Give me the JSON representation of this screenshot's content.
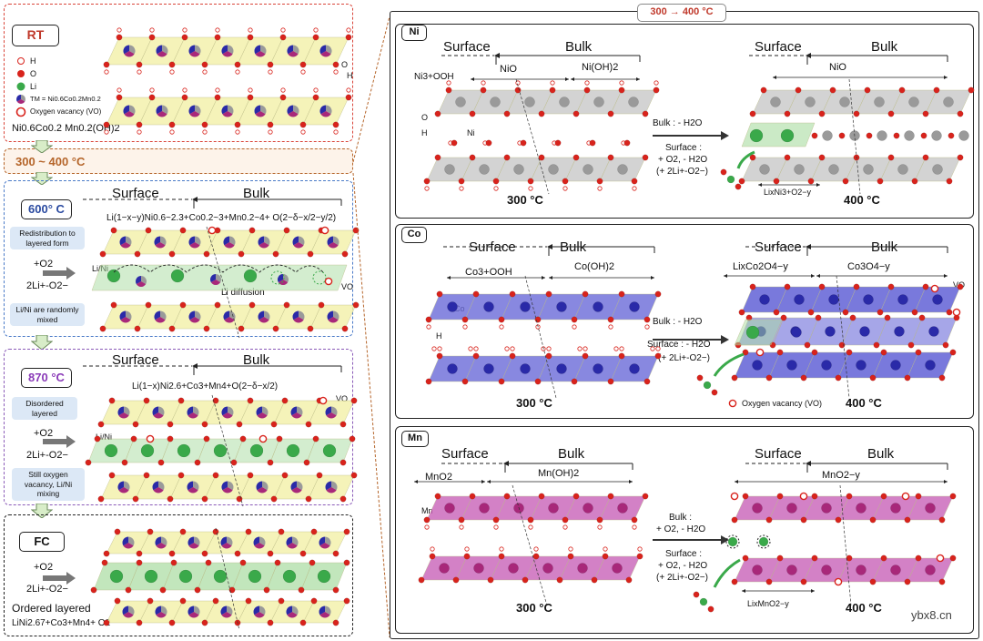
{
  "colors": {
    "oxygen": "#d8231c",
    "hydrogen": "#ffffff",
    "lithium": "#3aa94a",
    "tm_ni": "#9a9a9a",
    "tm_co": "#2a2aa8",
    "tm_mn": "#a8287a",
    "layer_yellow": "#f2f0a8",
    "layer_green": "#a8dca0",
    "ni_layer": "#c8c8c8",
    "co_layer": "#6a6ad8",
    "mn_layer": "#c862b8",
    "frame_red": "#d9453a",
    "frame_orange": "#b5652a",
    "frame_blue": "#4a7ac8",
    "frame_purple": "#8a5ab8",
    "frame_black": "#222222",
    "temp_red": "#c0392b"
  },
  "left": {
    "rt": {
      "tag": "RT",
      "legend": [
        {
          "symbol": "H",
          "icon": "hydrogen-atom"
        },
        {
          "symbol": "O",
          "icon": "oxygen-atom"
        },
        {
          "symbol": "Li",
          "icon": "lithium-atom"
        },
        {
          "symbol": "TM = Ni0.6Co0.2Mn0.2",
          "icon": "transition-metal-atom"
        },
        {
          "symbol": "Oxygen vacancy (VO)",
          "icon": "vacancy-circle"
        }
      ],
      "formula": "Ni0.6Co0.2 Mn0.2(OH)2",
      "o_label": "O",
      "h_label": "H"
    },
    "step_300_400": "300 ~ 400 °C",
    "s600": {
      "tag": "600° C",
      "surface": "Surface",
      "bulk": "Bulk",
      "formula": "Li(1−x−y)Ni0.6~2.3+Co0.2~3+Mn0.2~4+ O(2−δ−x/2−y/2)",
      "note1": "Redistribution to layered form",
      "o2": "+O2",
      "li": "2Li+-O2−",
      "li_ni": "Li/Ni",
      "li_diffusion": "Li diffusion",
      "vo": "VO",
      "note2": "Li/Ni are randomly mixed"
    },
    "s870": {
      "tag": "870 °C",
      "surface": "Surface",
      "bulk": "Bulk",
      "formula": "Li(1−x)Ni2.6+Co3+Mn4+O(2−δ−x/2)",
      "note1": "Disordered layered",
      "o2": "+O2",
      "li": "2Li+-O2−",
      "li_ni": "Li/Ni",
      "vo": "VO",
      "note2": "Still oxygen vacancy, Li/Ni mixing"
    },
    "fc": {
      "tag": "FC",
      "o2": "+O2",
      "li": "2Li+-O2−",
      "title": "Ordered layered",
      "formula": "LiNi2.67+Co3+Mn4+ O2"
    }
  },
  "right": {
    "header": "300 → 400 °C",
    "ni": {
      "tag": "Ni",
      "surface_l": "Surface",
      "bulk_l": "Bulk",
      "surface_r": "Surface",
      "bulk_r": "Bulk",
      "phase1": "NiO",
      "phase2": "Ni(OH)2",
      "phase_surface": "Ni3+OOH",
      "phase_r": "NiO",
      "o": "O",
      "h": "H",
      "ni": "Ni",
      "bulk_rx": "Bulk : - H2O",
      "surface_rx": "Surface :",
      "surface_rx2": "+ O2, - H2O",
      "surface_rx3": "(+ 2Li+-O2−)",
      "t_left": "300 °C",
      "t_right": "400 °C",
      "bottom_label": "LixNi3+O2−y"
    },
    "co": {
      "tag": "Co",
      "surface_l": "Surface",
      "bulk_l": "Bulk",
      "surface_r": "Surface",
      "bulk_r": "Bulk",
      "phase_surface": "Co3+OOH",
      "phase2": "Co(OH)2",
      "phase_r1": "LixCo2O4−y",
      "phase_r2": "Co3O4−y",
      "co": "Co",
      "h": "H",
      "vo": "VO",
      "bulk_rx": "Bulk : - H2O",
      "surface_rx": "Surface : - H2O",
      "surface_rx3": "(+ 2Li+-O2−)",
      "t_left": "300 °C",
      "t_right": "400 °C",
      "vacancy_legend": "Oxygen vacancy (VO)"
    },
    "mn": {
      "tag": "Mn",
      "surface_l": "Surface",
      "bulk_l": "Bulk",
      "surface_r": "Surface",
      "bulk_r": "Bulk",
      "phase1": "MnO2",
      "phase2": "Mn(OH)2",
      "phase_r": "MnO2−y",
      "mn": "Mn",
      "bulk_rx": "Bulk :",
      "bulk_rx2": "+ O2, - H2O",
      "surface_rx": "Surface :",
      "surface_rx2": "+ O2, - H2O",
      "surface_rx3": "(+ 2Li+-O2−)",
      "t_left": "300 °C",
      "t_right": "400 °C",
      "bottom_label": "LixMnO2−y"
    },
    "watermark": "ybx8.cn"
  }
}
